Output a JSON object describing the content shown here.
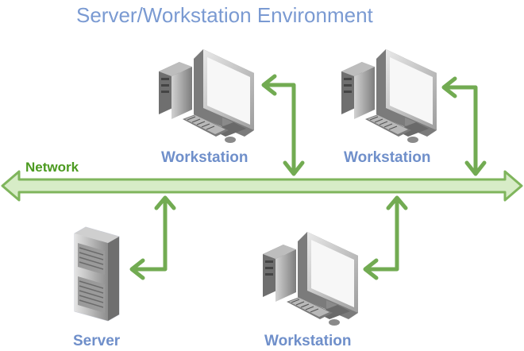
{
  "title": "Server/Workstation Environment",
  "network": {
    "label": "Network"
  },
  "nodes": [
    {
      "id": "ws-top-left",
      "type": "workstation",
      "label": "Workstation"
    },
    {
      "id": "ws-top-right",
      "type": "workstation",
      "label": "Workstation"
    },
    {
      "id": "server",
      "type": "server",
      "label": "Server"
    },
    {
      "id": "ws-bottom",
      "type": "workstation",
      "label": "Workstation"
    }
  ],
  "colors": {
    "title": "#7a9ad2",
    "label": "#6f8fca",
    "network_text": "#4b9a1f",
    "connector": "#72ab52",
    "bus_fill": "#d7ecc7",
    "bus_stroke": "#7fb55c"
  },
  "icons": {
    "workstation": "desktop-computer-icon",
    "server": "server-rack-icon"
  }
}
